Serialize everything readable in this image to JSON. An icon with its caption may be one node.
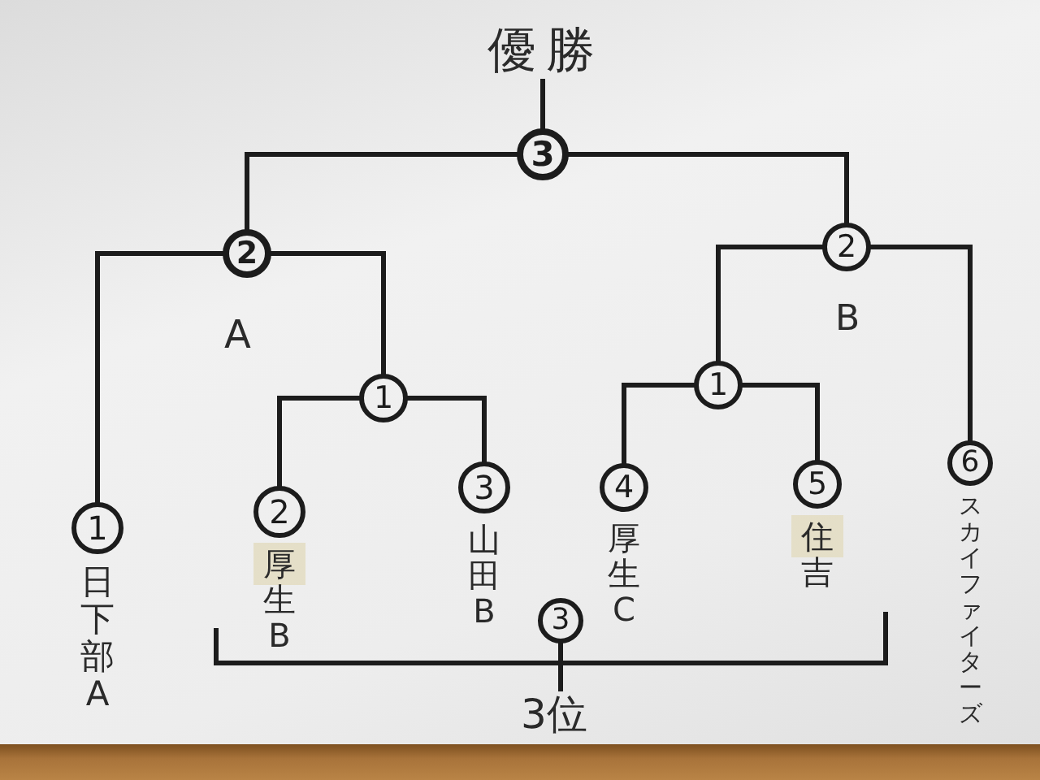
{
  "diagram": {
    "nodes": [
      {
        "text": [
          "優勝"
        ]
      },
      {
        "text": [
          "3"
        ]
      },
      {
        "text": [
          "2"
        ],
        "beside": [
          "A"
        ]
      },
      {
        "text": [
          "2"
        ],
        "beside": [
          "B"
        ]
      },
      {
        "text": [
          "1"
        ]
      },
      {
        "text": [
          "1"
        ]
      },
      {
        "text": [
          "1"
        ],
        "beside": [
          "日下部A"
        ]
      },
      {
        "text": [
          "2"
        ],
        "beside": [
          "厚生B"
        ]
      },
      {
        "text": [
          "3"
        ],
        "beside": [
          "山田B"
        ]
      },
      {
        "text": [
          "4"
        ],
        "beside": [
          "厚生C"
        ]
      },
      {
        "text": [
          "5"
        ],
        "beside": [
          "住吉"
        ]
      },
      {
        "text": [
          "6"
        ],
        "beside": [
          "スカイファイターズ"
        ]
      },
      {
        "text": [
          "3"
        ]
      },
      {
        "text": [
          "3位"
        ]
      }
    ],
    "edges": [
      {
        "from": 1,
        "to": 0,
        "arrow": "none"
      },
      {
        "from": 1,
        "to": 2,
        "arrow": "none"
      },
      {
        "from": 1,
        "to": 3,
        "arrow": "none"
      },
      {
        "from": 2,
        "to": 6,
        "arrow": "none"
      },
      {
        "from": 2,
        "to": 4,
        "arrow": "none"
      },
      {
        "from": 4,
        "to": 7,
        "arrow": "none"
      },
      {
        "from": 4,
        "to": 8,
        "arrow": "none"
      },
      {
        "from": 3,
        "to": 5,
        "arrow": "none"
      },
      {
        "from": 3,
        "to": 11,
        "arrow": "none"
      },
      {
        "from": 5,
        "to": 9,
        "arrow": "none"
      },
      {
        "from": 5,
        "to": 10,
        "arrow": "none"
      },
      {
        "from": 12,
        "to": null,
        "arrow": "none"
      },
      {
        "from": 12,
        "to": null,
        "arrow": "none"
      },
      {
        "from": 12,
        "to": 13,
        "arrow": "none"
      }
    ]
  }
}
